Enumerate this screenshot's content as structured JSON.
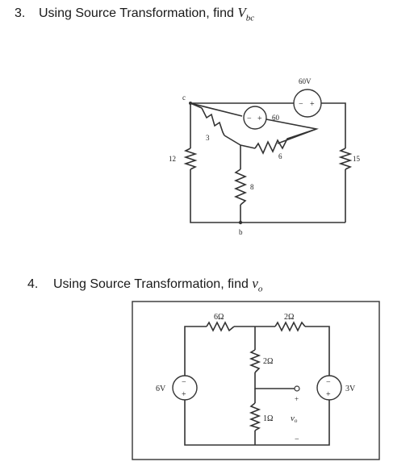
{
  "problem3": {
    "number": "3.",
    "text": "Using Source Transformation, find ",
    "var": "V",
    "sub": "bc",
    "circuit": {
      "node_c": "c",
      "node_b": "b",
      "r_3": "3",
      "r_12": "12",
      "r_8": "8",
      "r_6": "6",
      "r_15": "15",
      "src_60": "60",
      "src_60V": "60V",
      "minus": "−",
      "plus": "+"
    }
  },
  "problem4": {
    "number": "4.",
    "text": "Using Source Transformation, find ",
    "var": "v",
    "sub": "o",
    "circuit": {
      "r_6": "6Ω",
      "r_2_top": "2Ω",
      "r_2_mid": "2Ω",
      "r_1": "1Ω",
      "src_6V": "6V",
      "src_3V": "3V",
      "vo": "v",
      "vo_sub": "o",
      "plus": "+",
      "minus": "−"
    }
  }
}
